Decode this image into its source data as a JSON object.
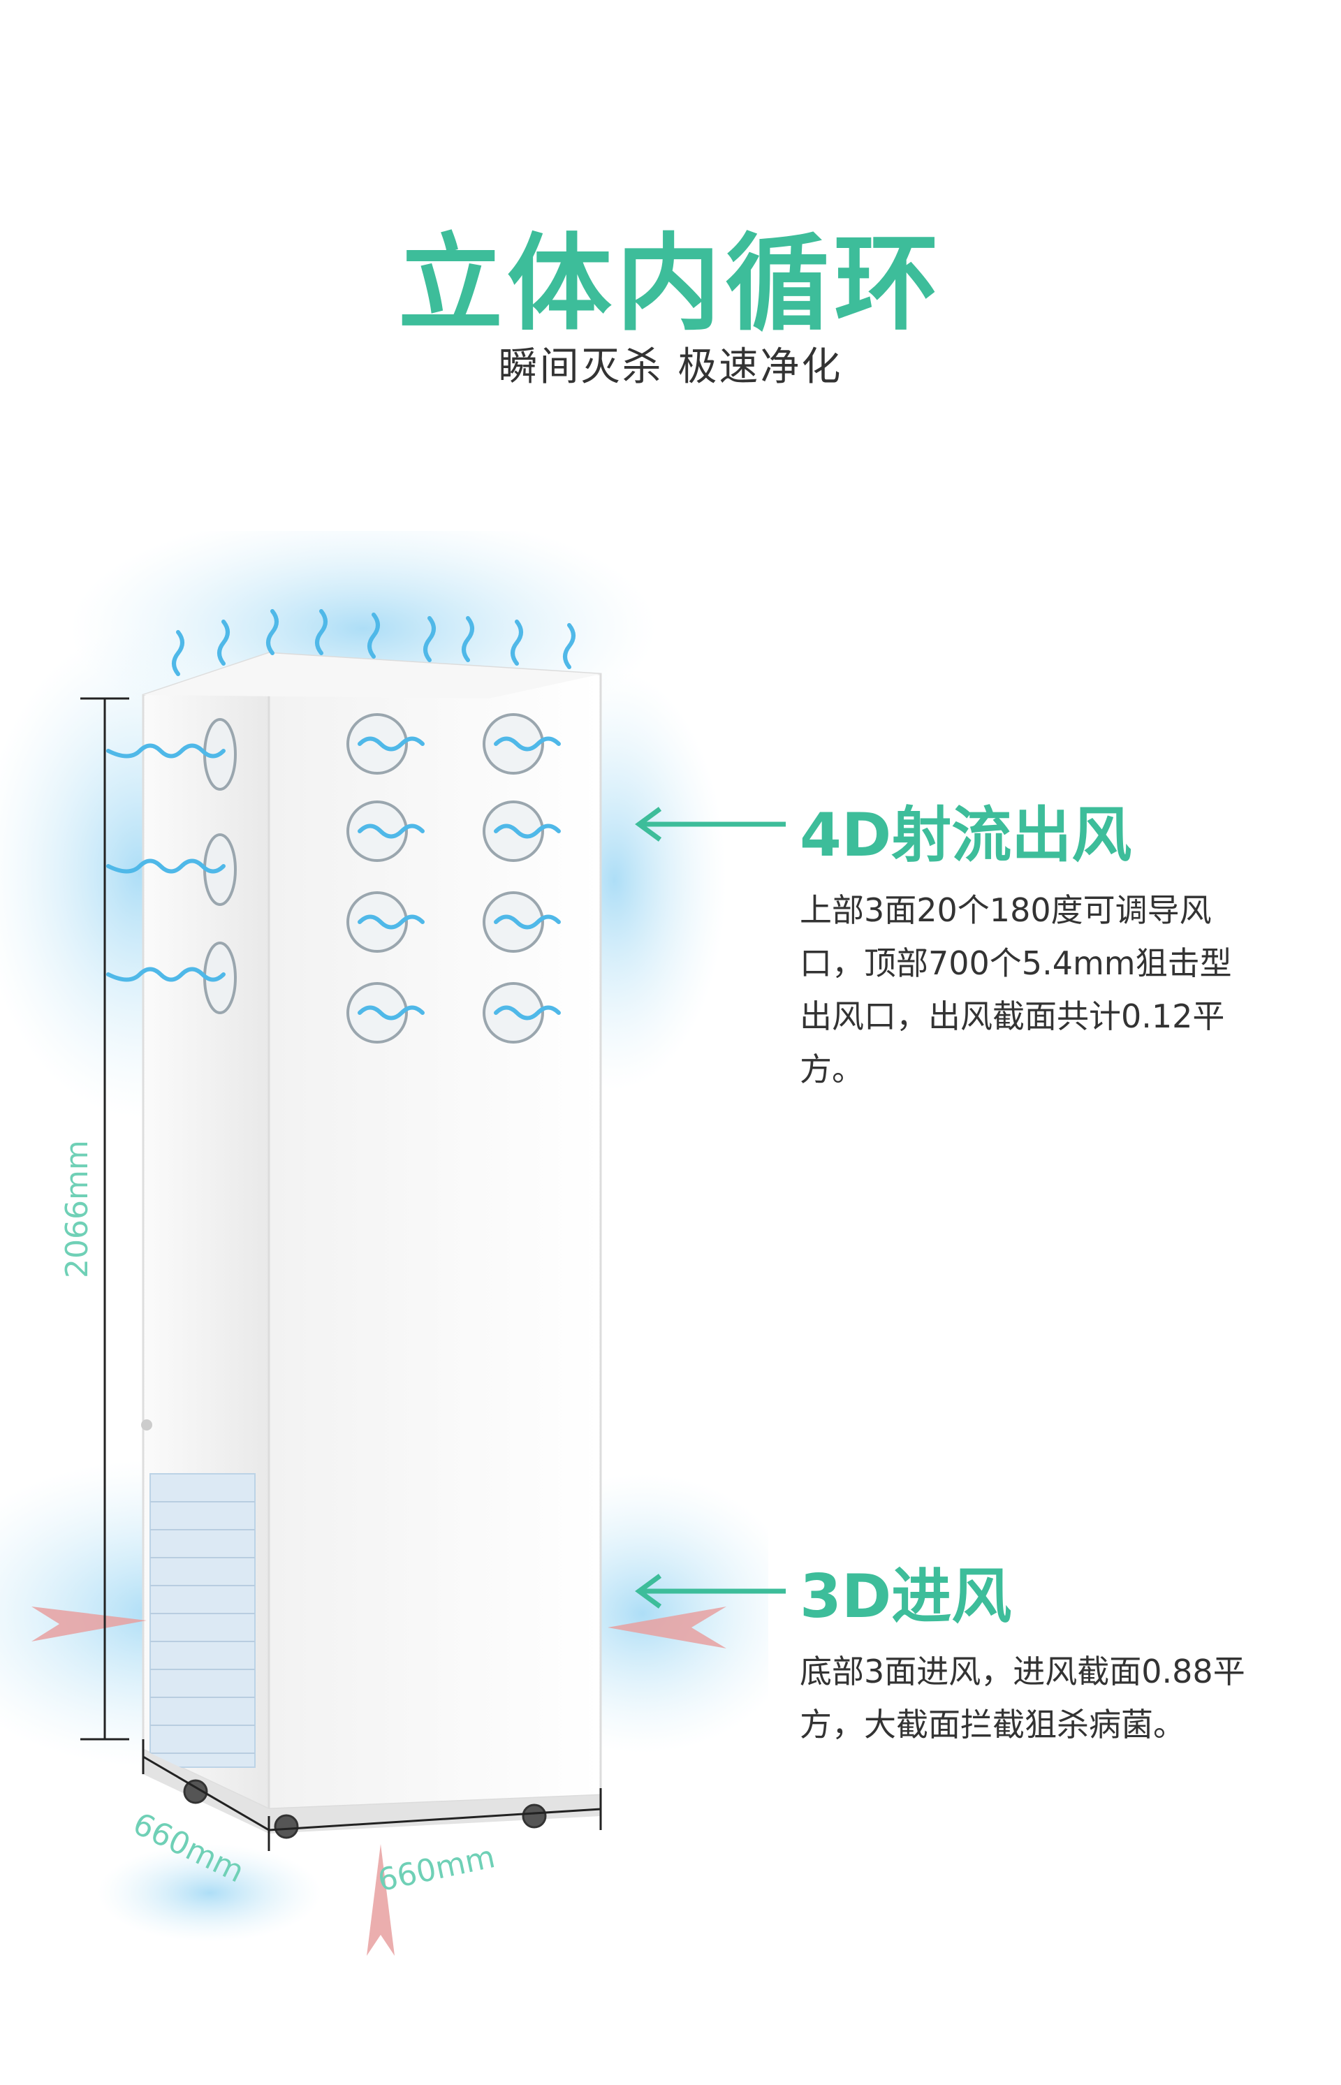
{
  "header": {
    "title": "立体内循环",
    "subtitle": "瞬间灭杀 极速净化"
  },
  "sections": [
    {
      "title": "4D射流出风",
      "description": "上部3面20个180度可调导风口，顶部700个5.4mm狙击型出风口，出风截面共计0.12平方。"
    },
    {
      "title": "3D进风",
      "description": "底部3面进风，进风截面0.88平方，大截面拦截狙杀病菌。"
    }
  ],
  "dimensions": {
    "height": "2066mm",
    "depth": "660mm",
    "width": "660mm"
  },
  "colors": {
    "accent": "#3dbd9a",
    "airflow": "#4fb8e8",
    "intake": "#e8a0a0"
  }
}
